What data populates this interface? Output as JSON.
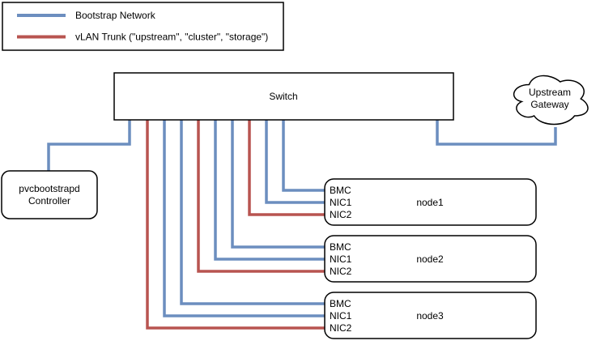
{
  "legend": {
    "items": [
      {
        "id": "bootstrap-network",
        "label": "Bootstrap Network",
        "color": "#6c8ebf"
      },
      {
        "id": "vlan-trunk",
        "label": "vLAN Trunk (\"upstream\", \"cluster\", \"storage\")",
        "color": "#b85450"
      }
    ]
  },
  "switch": {
    "label": "Switch"
  },
  "upstream_gateway": {
    "line1": "Upstream",
    "line2": "Gateway"
  },
  "controller": {
    "line1": "pvcbootstrapd",
    "line2": "Controller"
  },
  "nodes": [
    {
      "name": "node1",
      "ports": [
        "BMC",
        "NIC1",
        "NIC2"
      ]
    },
    {
      "name": "node2",
      "ports": [
        "BMC",
        "NIC1",
        "NIC2"
      ]
    },
    {
      "name": "node3",
      "ports": [
        "BMC",
        "NIC1",
        "NIC2"
      ]
    }
  ],
  "colors": {
    "bootstrap_network": "#6c8ebf",
    "vlan_trunk": "#b85450",
    "box_border": "#000000",
    "background": "#ffffff"
  }
}
